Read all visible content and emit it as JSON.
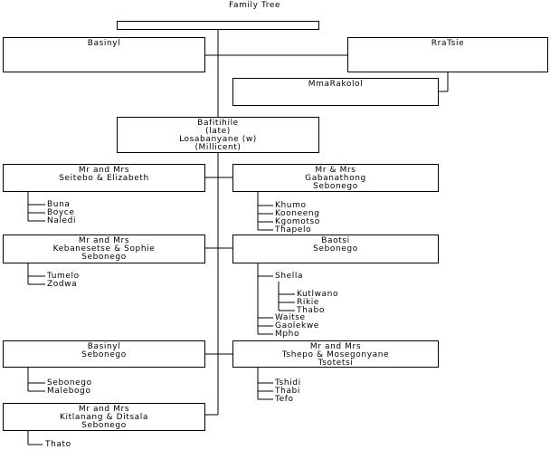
{
  "title": "Family Tree",
  "top_bar": "",
  "basinyl_1": "Basinyl",
  "rratsie": "RraTsie",
  "mmarakolol": "MmaRakolol",
  "bafitihile": [
    "Bafitihile",
    "(late)",
    "Losabanyane (w)",
    "(Millicent)"
  ],
  "seitebo": [
    "Mr and Mrs",
    "Seitebo & Elizabeth"
  ],
  "seitebo_children": [
    "Buna",
    "Boyce",
    "Naledi"
  ],
  "gabanathong": [
    "Mr  & Mrs",
    "Gabanathong",
    "Sebonego"
  ],
  "gabanathong_children": [
    "Khumo",
    "Kooneeng",
    "Kgomotso",
    "Thapelo"
  ],
  "kebanesetse": [
    "Mr and Mrs",
    "Kebanesetse & Sophie",
    "Sebonego"
  ],
  "kebanesetse_children": [
    "Tumelo",
    "Zodwa"
  ],
  "baotsi": [
    "Baotsi",
    "Sebonego"
  ],
  "baotsi_child_shella": "Shella",
  "shella_children": [
    "Kutlwano",
    "Rikie",
    "Thabo"
  ],
  "baotsi_children": [
    "Waitse",
    "Gaolekwe",
    "Mpho"
  ],
  "basinyl_2": [
    "Basinyl",
    "Sebonego"
  ],
  "basinyl_2_children": [
    "Sebonego",
    "Malebogo"
  ],
  "tshepo": [
    "Mr and Mrs",
    "Tshepo & Mosegonyane",
    "Tsotetsi"
  ],
  "tshepo_children": [
    "Tshidi",
    "Thabi",
    "Tefo"
  ],
  "kitlanang": [
    "Mr and Mrs",
    "Kitlanang & Ditsala",
    "Sebonego"
  ],
  "kitlanang_children": [
    "Thato"
  ]
}
